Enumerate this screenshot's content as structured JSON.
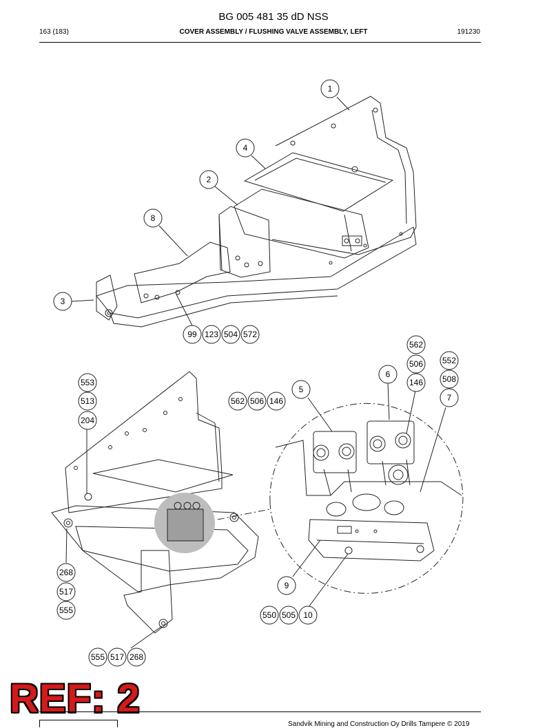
{
  "header": {
    "doc_title": "BG 005 481 35 dD NSS",
    "page": "163 (183)",
    "section_title": "COVER ASSEMBLY / FLUSHING VALVE ASSEMBLY, LEFT",
    "date_code": "191230"
  },
  "ref_stamp": "REF: 2",
  "footer": {
    "copyright": "Sandvik Mining and Construction Oy Drills Tampere © 2019"
  },
  "callouts": {
    "c1": "1",
    "c4": "4",
    "c2": "2",
    "c8": "8",
    "c3": "3",
    "c99": "99",
    "c123": "123",
    "c504": "504",
    "c572": "572",
    "c553": "553",
    "c513": "513",
    "c204": "204",
    "c562a": "562",
    "c506a": "506",
    "c146a": "146",
    "c5": "5",
    "c6": "6",
    "c562b": "562",
    "c506b": "506",
    "c146b": "146",
    "c552": "552",
    "c508": "508",
    "c7": "7",
    "c268a": "268",
    "c517a": "517",
    "c555a": "555",
    "c9": "9",
    "c550": "550",
    "c505": "505",
    "c10": "10",
    "c555b": "555",
    "c517b": "517",
    "c268b": "268"
  }
}
